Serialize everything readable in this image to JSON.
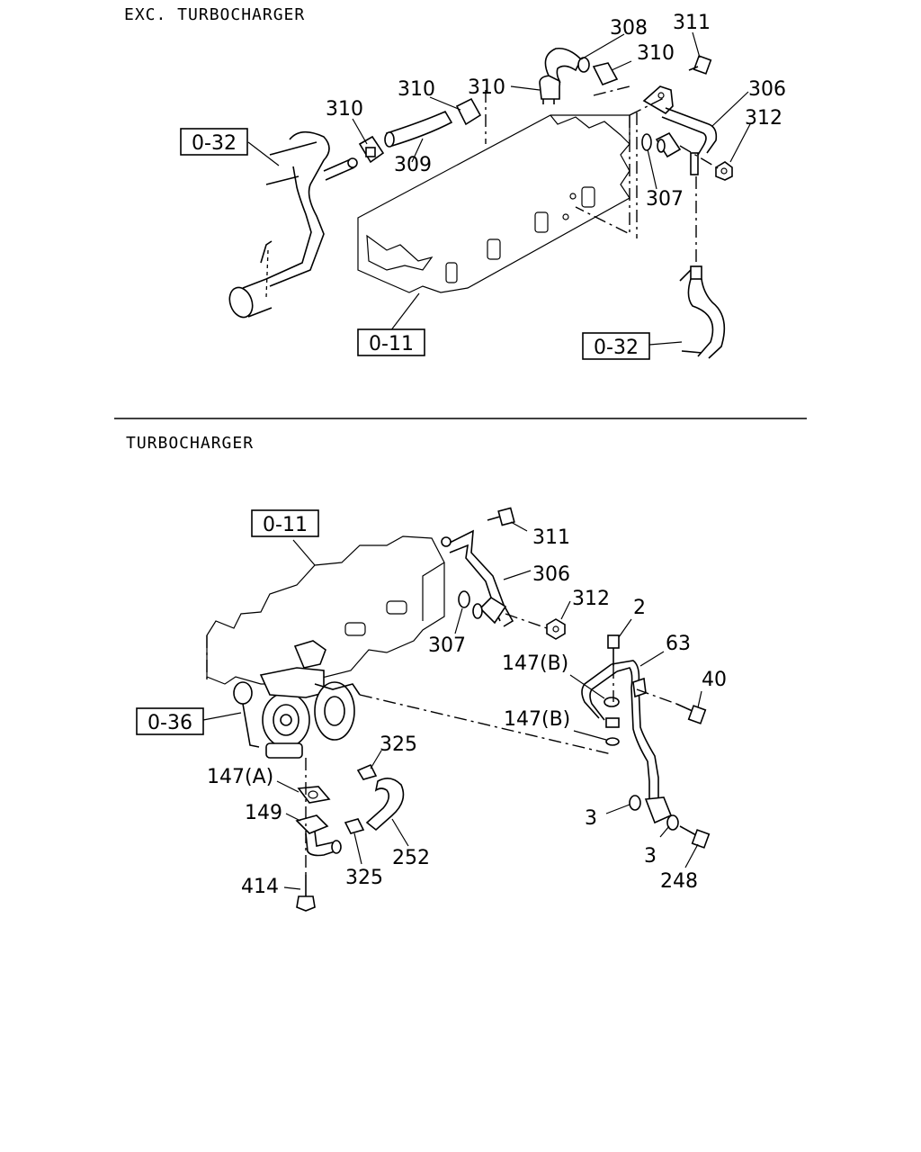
{
  "sections": [
    {
      "title": "EXC. TURBOCHARGER"
    },
    {
      "title": "TURBOCHARGER"
    }
  ],
  "top": {
    "refs": [
      "0-32",
      "0-11",
      "0-32"
    ],
    "labels": [
      "308",
      "311",
      "310",
      "310",
      "310",
      "310",
      "306",
      "312",
      "309",
      "307"
    ]
  },
  "bottom": {
    "refs": [
      "0-11",
      "0-36"
    ],
    "labels": [
      "311",
      "306",
      "312",
      "307",
      "2",
      "63",
      "147(B)",
      "40",
      "147(B)",
      "325",
      "147(A)",
      "149",
      "3",
      "252",
      "3",
      "325",
      "248",
      "414"
    ]
  }
}
